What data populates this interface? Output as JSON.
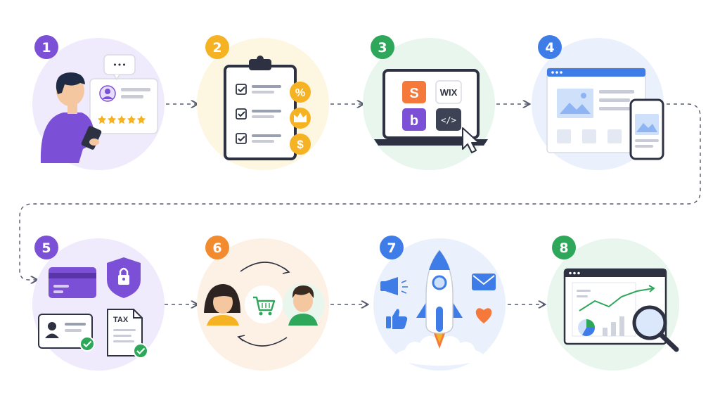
{
  "steps": [
    {
      "number": "1",
      "color": "#7b4fd6",
      "halo": "#efeafc"
    },
    {
      "number": "2",
      "color": "#f5b324",
      "halo": "#fdf6e1"
    },
    {
      "number": "3",
      "color": "#2fa75a",
      "halo": "#e9f6ee"
    },
    {
      "number": "4",
      "color": "#3e7ce8",
      "halo": "#eaf1fd"
    },
    {
      "number": "5",
      "color": "#7b4fd6",
      "halo": "#efeafc"
    },
    {
      "number": "6",
      "color": "#f28a2e",
      "halo": "#fdf1e5"
    },
    {
      "number": "7",
      "color": "#3e7ce8",
      "halo": "#eaf1fd"
    },
    {
      "number": "8",
      "color": "#2fa75a",
      "halo": "#e9f6ee"
    }
  ],
  "labels": {
    "wix": "WIX",
    "tax": "TAX",
    "code": "</>",
    "squarespace_glyph": "S",
    "bigcommerce_glyph": "b",
    "percent": "%",
    "dollar": "$",
    "chat_dots": "•••"
  },
  "colors": {
    "ink": "#2d3142",
    "purple": "#7b4fd6",
    "orange": "#f5793a",
    "yellow": "#f5b324",
    "green": "#2fa75a",
    "blue": "#3e7ce8",
    "star": "#f5b324",
    "connector": "#555b6e"
  }
}
